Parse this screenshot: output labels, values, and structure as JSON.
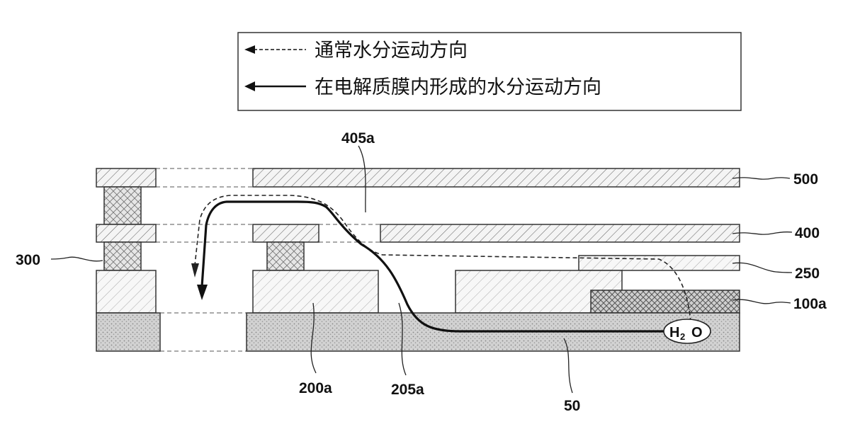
{
  "legend": {
    "dashed_label": "通常水分运动方向",
    "solid_label": "在电解质膜内形成的水分运动方向"
  },
  "labels": {
    "l500": "500",
    "l400": "400",
    "l250": "250",
    "l100a": "100a",
    "l300": "300",
    "l405a": "405a",
    "l200a": "200a",
    "l205a": "205a",
    "l50": "50"
  },
  "molecule": {
    "h": "H",
    "sub": "2",
    "o": "O"
  }
}
